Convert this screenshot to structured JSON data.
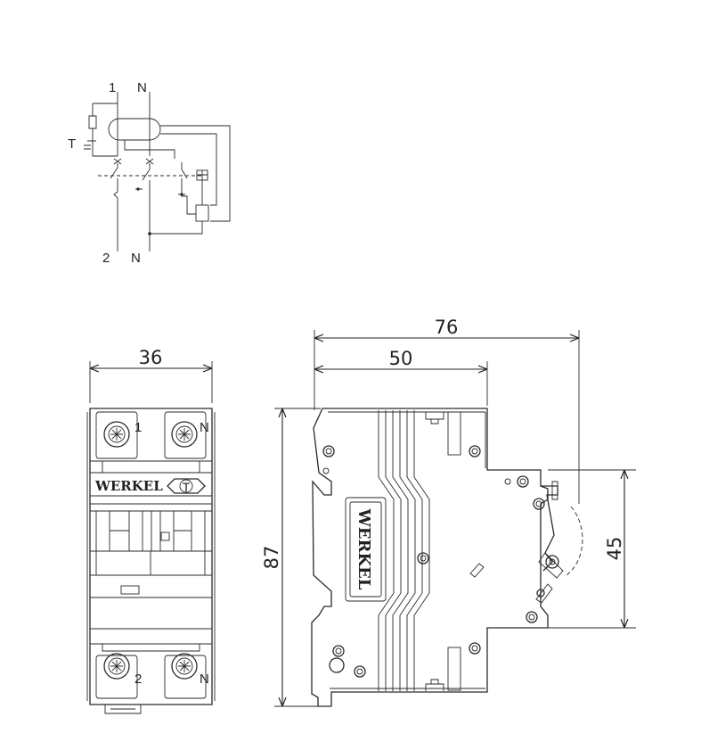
{
  "schematic": {
    "terminal_top_1": "1",
    "terminal_top_n": "N",
    "terminal_bottom_2": "2",
    "terminal_bottom_n": "N",
    "test_label": "T"
  },
  "front_view": {
    "width_dim": "36",
    "brand": "WERKEL",
    "test_button": "T",
    "terminal_top_1": "1",
    "terminal_top_n": "N",
    "terminal_bottom_2": "2",
    "terminal_bottom_n": "N"
  },
  "side_view": {
    "overall_depth_dim": "76",
    "front_depth_dim": "50",
    "height_dim": "87",
    "front_height_dim": "45",
    "brand": "WERKEL"
  }
}
